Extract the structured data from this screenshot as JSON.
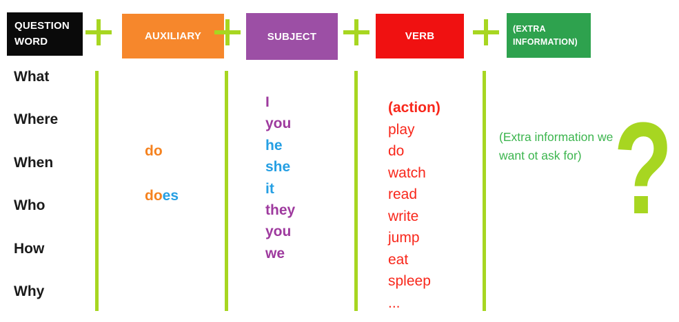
{
  "colors": {
    "accent_green": "#a7d621",
    "question_word_box": "#0a0a0a",
    "auxiliary_box": "#f6872c",
    "subject_box": "#9c4fa5",
    "verb_box": "#f01111",
    "extra_box": "#2ea24e",
    "orange_text": "#f5821f",
    "purple_text": "#9e3a9e",
    "blue_text": "#259fe3",
    "red_text": "#f8271b",
    "green_text": "#3cb54e",
    "black_text": "#1a1a1a"
  },
  "formula": {
    "headers": [
      {
        "label": "QUESTION WORD"
      },
      {
        "label": "AUXILIARY"
      },
      {
        "label": "SUBJECT"
      },
      {
        "label": "VERB"
      },
      {
        "label": "(EXTRA INFORMATION)"
      }
    ],
    "plus_sign": "+"
  },
  "question_words": [
    "What",
    "Where",
    "When",
    "Who",
    "How",
    "Why"
  ],
  "auxiliary": {
    "do": "do",
    "does_stem": "do",
    "does_suffix": "es"
  },
  "subjects": [
    {
      "text": "I",
      "color": "#9e3a9e"
    },
    {
      "text": "you",
      "color": "#9e3a9e"
    },
    {
      "text": "he",
      "color": "#259fe3"
    },
    {
      "text": "she",
      "color": "#259fe3"
    },
    {
      "text": "it",
      "color": "#259fe3"
    },
    {
      "text": "they",
      "color": "#9e3a9e"
    },
    {
      "text": "you",
      "color": "#9e3a9e"
    },
    {
      "text": "we",
      "color": "#9e3a9e"
    }
  ],
  "verbs": {
    "heading": "(action)",
    "items": [
      "play",
      "do",
      "watch",
      "read",
      "write",
      "jump",
      "eat",
      "spleep",
      "..."
    ]
  },
  "extra_info": {
    "note": "(Extra information we want ot ask for)",
    "question_mark": "?"
  }
}
